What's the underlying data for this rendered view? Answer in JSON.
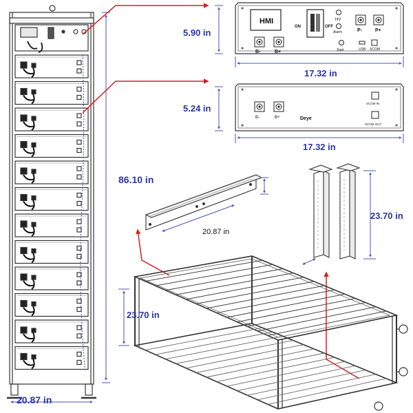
{
  "dimensions": {
    "rack_height": "86.10 in",
    "rack_width": "20.87 in",
    "hmi_height": "5.90 in",
    "hmi_width": "17.32 in",
    "module_height": "5.24 in",
    "module_width": "17.32 in",
    "rail_length": "20.87 in",
    "post_height": "23.70 in",
    "frame_height": "23.70 in"
  },
  "hmi_panel": {
    "screen_label": "HMI",
    "switch_on": "ON",
    "switch_off": "OFF",
    "hv_label": "HV",
    "alarm_label": "Alarm",
    "start_label": "Start",
    "usb_label": "USB",
    "scom_label": "SCOM",
    "p_minus": "P-",
    "p_plus": "P+",
    "b_minus": "B-",
    "b_plus": "B+"
  },
  "battery_module": {
    "b_minus": "B-",
    "b_plus": "B+",
    "brand": "Deye",
    "scom_in": "SCOM IN",
    "scom_out": "SCOM OUT"
  },
  "colors": {
    "dimension_text": "#2a35a8",
    "dimension_line": "#4a55b8",
    "callout_arrow": "#d81e1e",
    "drawing_line": "#333333"
  }
}
